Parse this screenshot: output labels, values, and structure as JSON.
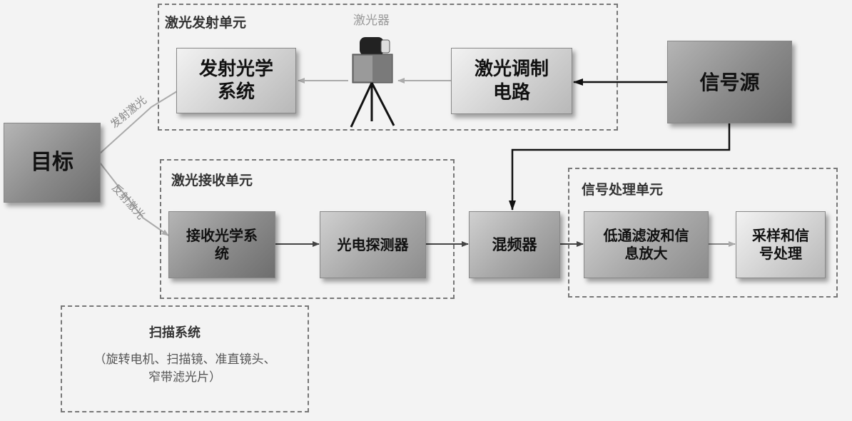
{
  "groups": {
    "emit_unit": "激光发射单元",
    "receive_unit": "激光接收单元",
    "signal_unit": "信号处理单元",
    "scan_unit": "扫描系统"
  },
  "laser_label": "激光器",
  "boxes": {
    "target": "目标",
    "emit_optics_line1": "发射光学",
    "emit_optics_line2": "系统",
    "modulation_line1": "激光调制",
    "modulation_line2": "电路",
    "signal_source": "信号源",
    "receive_optics_line1": "接收光学系",
    "receive_optics_line2": "统",
    "photodetector": "光电探测器",
    "mixer": "混频器",
    "lowpass_line1": "低通滤波和信",
    "lowpass_line2": "息放大",
    "sampling_line1": "采样和信",
    "sampling_line2": "号处理"
  },
  "beam_labels": {
    "emitted": "发射激光",
    "reflected": "反射激光"
  },
  "scan_detail": {
    "line1": "（旋转电机、扫描镜、准直镜头、",
    "line2": "窄带滤光片）"
  }
}
